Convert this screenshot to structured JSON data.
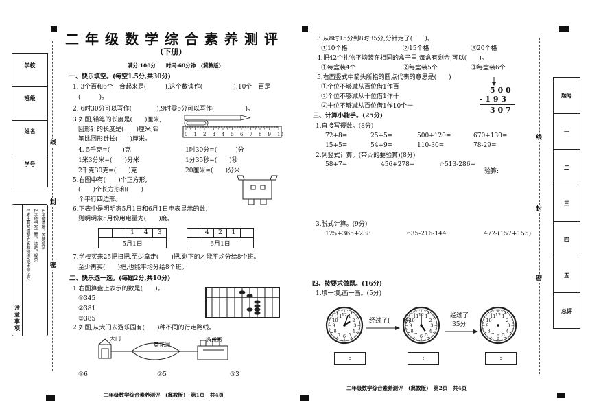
{
  "title": "二年级数学综合素养测评",
  "edition": "(下册)",
  "meta": "满分:100分　　时间:60分钟　(冀教版)",
  "left_binding": {
    "fields": [
      "学校",
      "班级",
      "姓名",
      "学号"
    ],
    "cut_words": [
      "线",
      "封",
      "密"
    ],
    "notes_title": "注意事项",
    "notes": [
      "1.考生要写清楚姓名和班级(或考号证号)",
      "2.字迹书写工整、清楚、规范",
      "3.字迹清晰，答题整洁"
    ]
  },
  "right_binding": {
    "header": "题号",
    "rows": [
      "一",
      "二",
      "三",
      "四",
      "五",
      "总评"
    ],
    "cut_words": [
      "线",
      "封",
      "密"
    ]
  },
  "section1": {
    "heading": "一、快乐填空。(每空1.5分,共30分)",
    "q1a": "1. 3个百和6个一合起来是(　　　),这个数读作(　　　　　);10个一百是",
    "q1b": "(　　　)。",
    "q2": "2. 6时30分可以写作(　　　　),9时零5分可以写作(　　　　　)。",
    "q3a": "3.如图,铅笔的长度是(　　)厘米,",
    "q3b": "回形针的长度是(　　)厘米,铅",
    "q3c": "笔比回形针长(　　)厘米。",
    "ruler_ticks": [
      "0",
      "1",
      "2",
      "3",
      "4",
      "5",
      "6",
      "7",
      "8",
      "9",
      "10"
    ],
    "q4a": "4. 5千克=(　　)克",
    "q4b": "1时30分=(　　　)分",
    "q4c": "1米3分米=(　　)分米",
    "q4d": "1分35秒=(　　)秒",
    "q4e": "2千克30克=(　　)克",
    "q4f": "20厘米=(　　)分米",
    "q5a": "5.右图中有(　　)个正方形,",
    "q5b": "(　　)个长方形和(　　)",
    "q5c": "个平行四边形。",
    "q6a": "6.下表中是明明家5月1日和6月1日电表显示的数,",
    "q6b": "则明明家5月份用电量为(　　)度。",
    "meter1_digits": [
      "",
      "",
      "1",
      "4",
      "3"
    ],
    "meter1_label": "5月1日",
    "meter2_digits": [
      "",
      "4",
      "2",
      "1",
      ""
    ],
    "meter2_label": "6月1日",
    "q7a": "7.学校买来25把扫把,至少拿走(　　)把,剩下的才能平均分给8个班。",
    "q7b": "至少再买(　　)把,也能平均分给8个班。"
  },
  "section2": {
    "heading": "二、快乐选一选。(每题2分,共10分)",
    "q1": "1.右图算盘上表示的数是(　　)。",
    "q1_opts": [
      "①345",
      "②381",
      "③385"
    ],
    "q2": "2.如图,从大门去游乐园有(　　)种不同的行走路线。",
    "map_labels": [
      "大门",
      "菊花园",
      "游乐园"
    ],
    "q2_opts": [
      "①6",
      "②5",
      "③3"
    ]
  },
  "footer_left": "二年级数学综合素养测评　(冀教版)　第1页　共4页",
  "right_page": {
    "q3": "3.从8时15分到8时35分,分针走了(　　)。",
    "q3_opts": [
      "①10个格",
      "②15个格",
      "③20个格"
    ],
    "q4": "4.把42个礼物平均装在相同的盒子里,每盒有剩余,可以(　　)。",
    "q4_opts": [
      "①每盒装4个",
      "②每盒装5个",
      "③每盒装6个"
    ],
    "q5": "5.右面竖式中箭头所指的圆点代表的意思是(　　)",
    "q5_opts": [
      "①个位不够减从百位借1作百",
      "②个位不够减从十位借1作十",
      "③十位不够减从百位借1作10个十"
    ],
    "vertical": {
      "top": "5 0 0",
      "sub": "- 1 9 3",
      "result": "3 0 7"
    },
    "s3_heading": "三、计算小能手。(25分)",
    "s3_q1": "1.直接写得数。(8分)",
    "oral": [
      [
        "72+8=",
        "25+5=",
        "500+120=",
        "670+130="
      ],
      [
        "15+5=",
        "54+9=",
        "110-30=",
        "78-29="
      ]
    ],
    "s3_q2": "2.列竖式计算。(带☆的要验算)(8分)",
    "col_calc": [
      "58+7=",
      "456+278=",
      "☆513-286="
    ],
    "check_label": "验算:",
    "s3_q3": "3.脱式计算。(9分)",
    "step_calc": [
      "125+365+238",
      "635-216-144",
      "472-(157+155)"
    ],
    "s4_heading": "四、按要求做题。(16分)",
    "s4_q1": "1.填一填,画一画。(5分)",
    "arrow1": "经过了(　　)分",
    "arrow2a": "经过了",
    "arrow2b": "35分",
    "colon": ":"
  },
  "footer_right": "二年级数学综合素养测评　(冀教版)　第2页　共4页"
}
